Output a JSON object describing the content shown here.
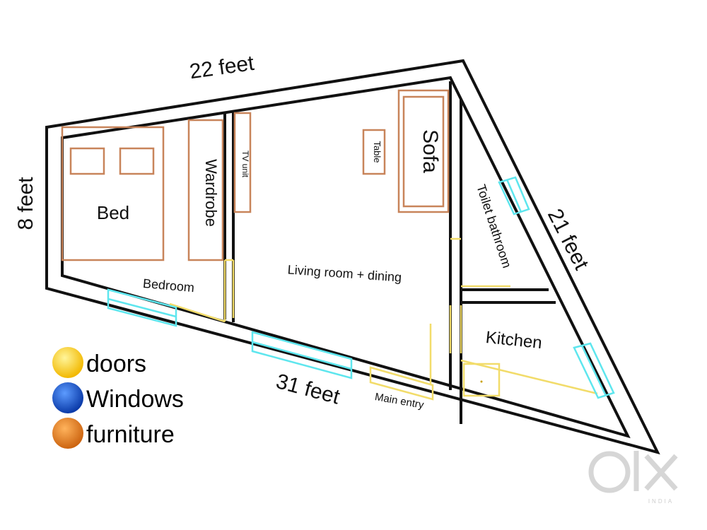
{
  "dimensions": {
    "top": "22 feet",
    "left": "8 feet",
    "bottom": "31 feet",
    "right": "21 feet"
  },
  "rooms": {
    "bedroom": "Bedroom",
    "living": "Living room + dining",
    "toilet": "Toilet bathroom",
    "kitchen": "Kitchen",
    "main_entry": "Main entry"
  },
  "furniture": {
    "bed": "Bed",
    "wardrobe": "Wardrobe",
    "tv_unit": "TV unit",
    "table": "Table",
    "sofa": "Sofa"
  },
  "legend": [
    {
      "label": "doors",
      "color": "#f5c400"
    },
    {
      "label": "Windows",
      "color": "#1a4fd1"
    },
    {
      "label": "furniture",
      "color": "#d9731a"
    }
  ],
  "watermark": {
    "logo": "OLX",
    "sub": "INDIA"
  },
  "colors": {
    "wall": "#111111",
    "furniture": "#c8845a",
    "door": "#f2dc6a",
    "window": "#5ee6ee"
  }
}
